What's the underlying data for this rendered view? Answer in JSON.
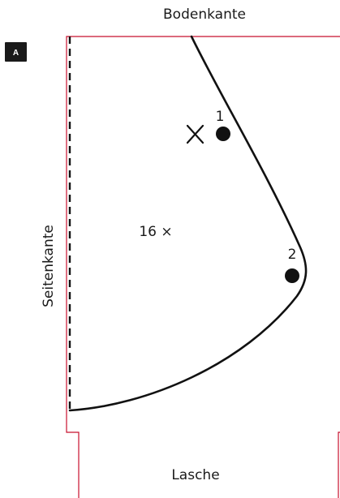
{
  "labels": {
    "top_edge": "Bodenkante",
    "side_edge": "Seitenkante",
    "flap": "Lasche",
    "count": "16 ×",
    "piece_id": "A",
    "marker_1": "1",
    "marker_2": "2"
  },
  "colors": {
    "outline": "#c8102e",
    "stroke": "#111111",
    "badge": "#1a1a1a"
  },
  "icons": {
    "cross": "cross-mark-icon",
    "dot": "filled-dot-icon"
  }
}
